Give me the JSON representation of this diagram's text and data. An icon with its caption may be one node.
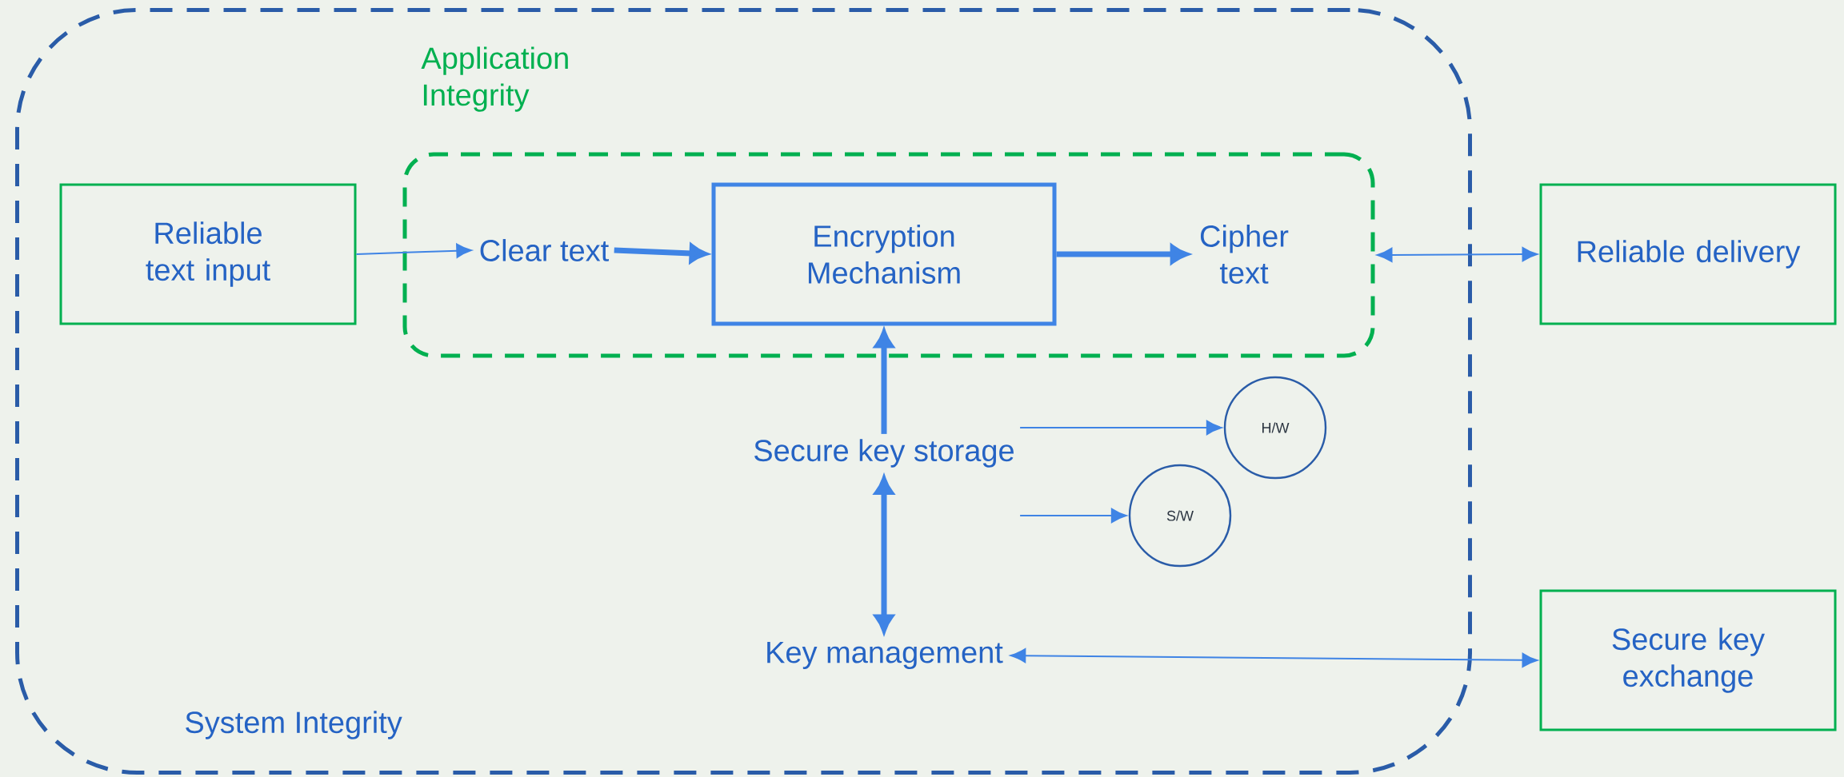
{
  "diagram": {
    "nodes": [
      {
        "text": [
          "System Integrity"
        ]
      },
      {
        "text": [
          "Application Integrity"
        ],
        "in": 0
      },
      {
        "text": [
          "Reliable text input"
        ],
        "in": 0
      },
      {
        "text": [
          "Clear text"
        ],
        "in": 1
      },
      {
        "text": [
          "Encryption Mechanism"
        ],
        "in": 1
      },
      {
        "text": [
          "Cipher text"
        ],
        "in": 1
      },
      {
        "text": [
          "Reliable delivery"
        ]
      },
      {
        "text": [
          "Secure key storage"
        ],
        "in": 0
      },
      {
        "text": [
          "H/W"
        ],
        "in": 0
      },
      {
        "text": [
          "S/W"
        ],
        "in": 0
      },
      {
        "text": [
          "Key management"
        ],
        "in": 0
      },
      {
        "text": [
          "Secure key exchange"
        ]
      }
    ],
    "edges": [
      {
        "from": 2,
        "to": 3,
        "arrow": "to"
      },
      {
        "from": 3,
        "to": 4,
        "arrow": "to",
        "style": "thick"
      },
      {
        "from": 4,
        "to": 5,
        "arrow": "to",
        "style": "thick"
      },
      {
        "from": 7,
        "to": 4,
        "arrow": "to",
        "style": "thick"
      },
      {
        "from": 1,
        "to": 6,
        "arrow": "both"
      },
      {
        "from": 7,
        "to": 8,
        "arrow": "to"
      },
      {
        "from": 7,
        "to": 9,
        "arrow": "to"
      },
      {
        "from": 7,
        "to": 10,
        "arrow": "both",
        "style": "thick"
      },
      {
        "from": 10,
        "to": 11,
        "arrow": "both"
      }
    ]
  }
}
